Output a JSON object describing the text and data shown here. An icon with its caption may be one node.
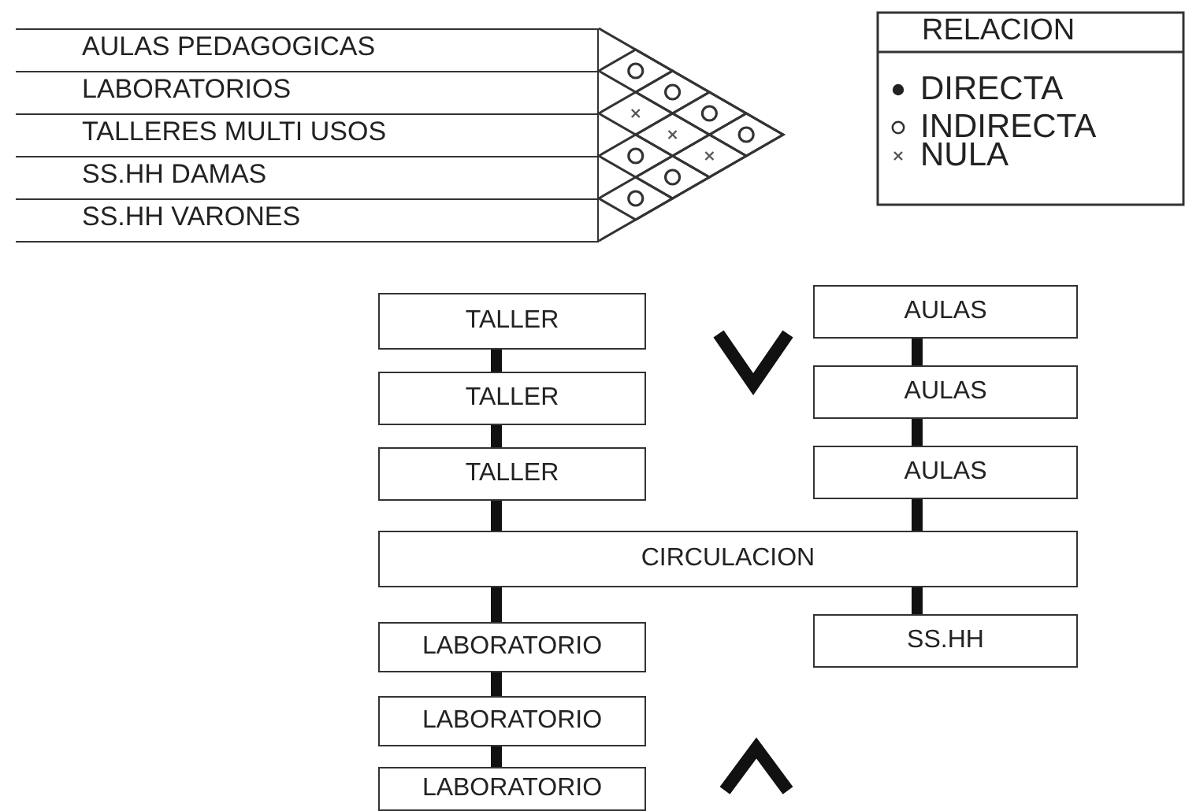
{
  "diagram": {
    "nodes": [
      {
        "text": [
          "AULAS PEDAGOGICAS"
        ]
      },
      {
        "text": [
          "LABORATORIOS"
        ]
      },
      {
        "text": [
          "TALLERES MULTI USOS"
        ]
      },
      {
        "text": [
          "SS.HH DAMAS"
        ]
      },
      {
        "text": [
          "SS.HH VARONES"
        ]
      },
      {
        "text": [
          "TALLER"
        ]
      },
      {
        "text": [
          "TALLER"
        ]
      },
      {
        "text": [
          "TALLER"
        ]
      },
      {
        "text": [
          "AULAS"
        ]
      },
      {
        "text": [
          "AULAS"
        ]
      },
      {
        "text": [
          "AULAS"
        ]
      },
      {
        "text": [
          "CIRCULACION"
        ]
      },
      {
        "text": [
          "LABORATORIO"
        ]
      },
      {
        "text": [
          "LABORATORIO"
        ]
      },
      {
        "text": [
          "LABORATORIO"
        ]
      },
      {
        "text": [
          "SS.HH"
        ]
      }
    ],
    "edges": [
      {
        "from": 5,
        "to": 6,
        "arrow": "none"
      },
      {
        "from": 6,
        "to": 7,
        "arrow": "none"
      },
      {
        "from": 7,
        "to": 11,
        "arrow": "none"
      },
      {
        "from": 8,
        "to": 9,
        "arrow": "none"
      },
      {
        "from": 9,
        "to": 10,
        "arrow": "none"
      },
      {
        "from": 10,
        "to": 11,
        "arrow": "none"
      },
      {
        "from": 11,
        "to": 12,
        "arrow": "none"
      },
      {
        "from": 12,
        "to": 13,
        "arrow": "none"
      },
      {
        "from": 13,
        "to": 14,
        "arrow": "none"
      },
      {
        "from": 11,
        "to": 15,
        "arrow": "none"
      }
    ],
    "labels": [
      "RELACION"
    ],
    "legend": [
      {
        "text": "DIRECTA"
      },
      {
        "text": "INDIRECTA"
      },
      {
        "text": "NULA"
      }
    ]
  }
}
